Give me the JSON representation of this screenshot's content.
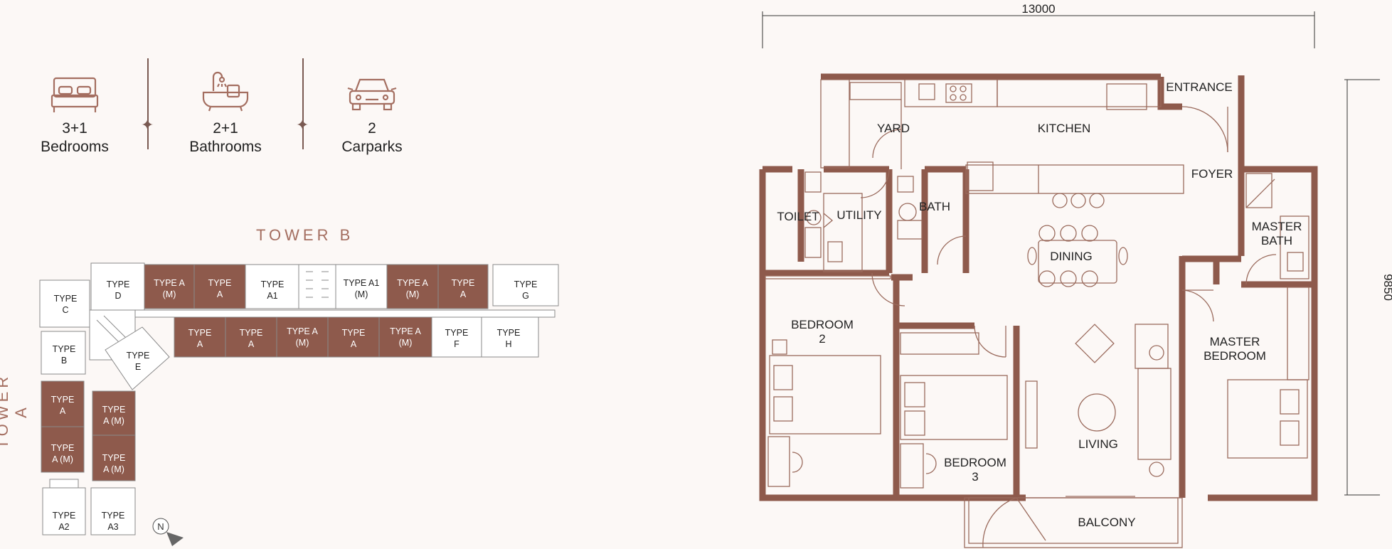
{
  "stats": {
    "bedrooms": {
      "value": "3+1",
      "label": "Bedrooms",
      "icon": "bed-icon"
    },
    "bathrooms": {
      "value": "2+1",
      "label": "Bathrooms",
      "icon": "bathtub-icon"
    },
    "carparks": {
      "value": "2",
      "label": "Carparks",
      "icon": "car-icon"
    }
  },
  "keyplan": {
    "tower_b": "TOWER B",
    "tower_a": "TOWER A",
    "compass": "N",
    "units": {
      "b_d": [
        "TYPE",
        "D"
      ],
      "b_am1": [
        "TYPE A",
        "(M)"
      ],
      "b_a1": [
        "TYPE",
        "A"
      ],
      "b_ta1": [
        "TYPE",
        "A1"
      ],
      "b_a1m": [
        "TYPE A1",
        "(M)"
      ],
      "b_am2": [
        "TYPE A",
        "(M)"
      ],
      "b_a2": [
        "TYPE",
        "A"
      ],
      "b_g": [
        "TYPE",
        "G"
      ],
      "r_a1": [
        "TYPE",
        "A"
      ],
      "r_a2": [
        "TYPE",
        "A"
      ],
      "r_am1": [
        "TYPE A",
        "(M)"
      ],
      "r_a3": [
        "TYPE",
        "A"
      ],
      "r_am2": [
        "TYPE A",
        "(M)"
      ],
      "r_f": [
        "TYPE",
        "F"
      ],
      "r_h": [
        "TYPE",
        "H"
      ],
      "a_c": [
        "TYPE",
        "C"
      ],
      "a_b": [
        "TYPE",
        "B"
      ],
      "a_e": [
        "TYPE",
        "E"
      ],
      "a_a": [
        "TYPE",
        "A"
      ],
      "a_am1": [
        "TYPE",
        "A (M)"
      ],
      "a_am2": [
        "TYPE",
        "A (M)"
      ],
      "a_am3": [
        "TYPE",
        "A (M)"
      ],
      "a_a2": [
        "TYPE",
        "A2"
      ],
      "a_a3": [
        "TYPE",
        "A3"
      ]
    }
  },
  "floorplan": {
    "width_dim": "13000",
    "height_dim": "9850",
    "rooms": {
      "yard": "YARD",
      "kitchen": "KITCHEN",
      "entrance": "ENTRANCE",
      "foyer": "FOYER",
      "toilet": "TOILET",
      "utility": "UTILITY",
      "bath": "BATH",
      "dining": "DINING",
      "master_bath_1": "MASTER",
      "master_bath_2": "BATH",
      "bedroom2_1": "BEDROOM",
      "bedroom2_2": "2",
      "master_bed_1": "MASTER",
      "master_bed_2": "BEDROOM",
      "bedroom3_1": "BEDROOM",
      "bedroom3_2": "3",
      "living": "LIVING",
      "balcony": "BALCONY"
    }
  },
  "colors": {
    "accent": "#8e5a4c",
    "accent_light": "#a46e60",
    "line": "#9a6a5c",
    "background": "#fcf8f6"
  }
}
